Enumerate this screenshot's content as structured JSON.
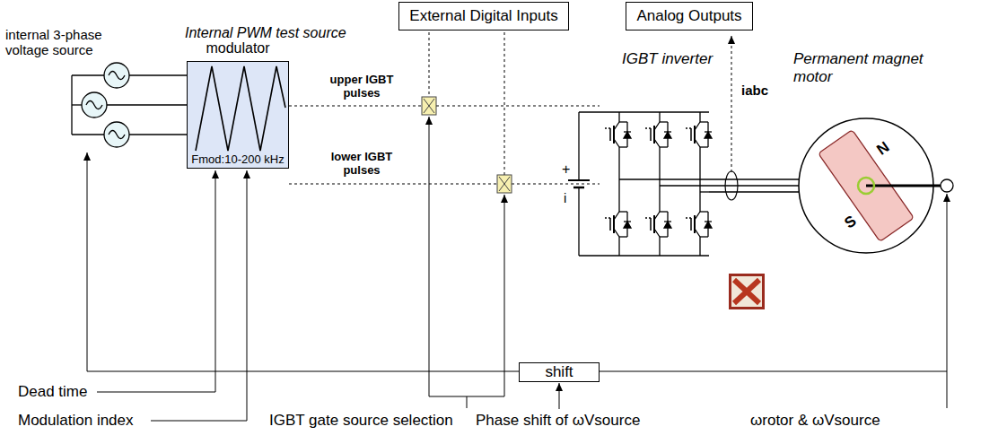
{
  "diagram": {
    "nodes": [
      {
        "text": [
          "External Digital Inputs"
        ]
      },
      {
        "text": [
          "Analog Outputs"
        ]
      },
      {
        "text": [
          "modulator",
          "Fmod:10-200 kHz"
        ]
      },
      {
        "text": [
          "shift"
        ]
      }
    ],
    "labels": [
      "Internal PWM test source",
      "internal 3-phase voltage source",
      "upper IGBT pulses",
      "lower IGBT pulses",
      "+",
      "i",
      "IGBT inverter",
      "iabc",
      "Permanent magnet motor",
      "N",
      "S",
      "Dead time",
      "Modulation index",
      "IGBT gate source selection",
      "Phase shift of ωVsource",
      "ωrotor & ωVsource"
    ]
  }
}
